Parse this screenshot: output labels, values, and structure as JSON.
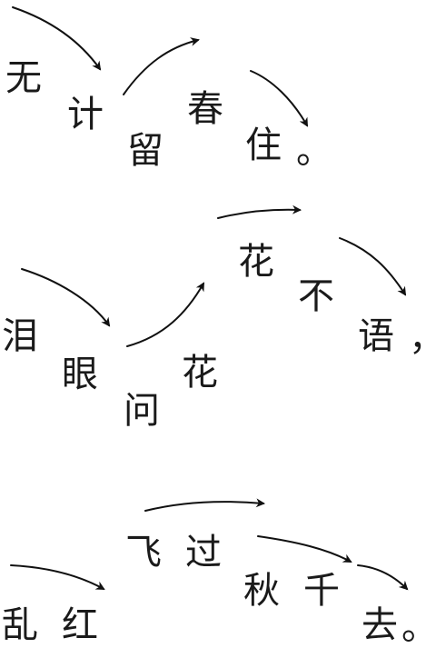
{
  "poem": {
    "line1": [
      "无",
      "计",
      "留",
      "春",
      "住",
      "。"
    ],
    "line2": [
      "泪",
      "眼",
      "问",
      "花",
      "花",
      "不",
      "语",
      "，"
    ],
    "line3": [
      "乱",
      "红",
      "飞",
      "过",
      "秋",
      "千",
      "去",
      "。"
    ]
  },
  "colors": {
    "text": "#1a1a1a",
    "arrow": "#111111",
    "background": "#ffffff"
  }
}
